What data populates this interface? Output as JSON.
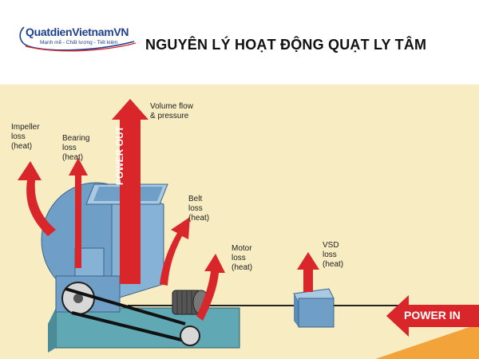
{
  "header": {
    "logo": {
      "brand": "QuatdienVietnamVN",
      "tagline": "Mạnh mẽ - Chất lượng - Tiết kiệm"
    },
    "title": "NGUYÊN LÝ HOẠT ĐỘNG QUẠT LY TÂM"
  },
  "diagram": {
    "labels": {
      "volume_flow": "Volume flow\n& pressure",
      "impeller_loss": "Impeller\nloss\n(heat)",
      "bearing_loss": "Bearing\nloss\n(heat)",
      "belt_loss": "Belt\nloss\n(heat)",
      "motor_loss": "Motor\nloss\n(heat)",
      "vsd_loss": "VSD\nloss\n(heat)"
    },
    "arrows": {
      "power_out": "POWER OUT",
      "power_in": "POWER IN"
    }
  },
  "colors": {
    "background": "#f7ecc2",
    "arrow_red": "#d9262b",
    "fan_blue": "#6f9fc6",
    "base_teal": "#5fa8b4",
    "logo_blue": "#1f3f8f"
  }
}
